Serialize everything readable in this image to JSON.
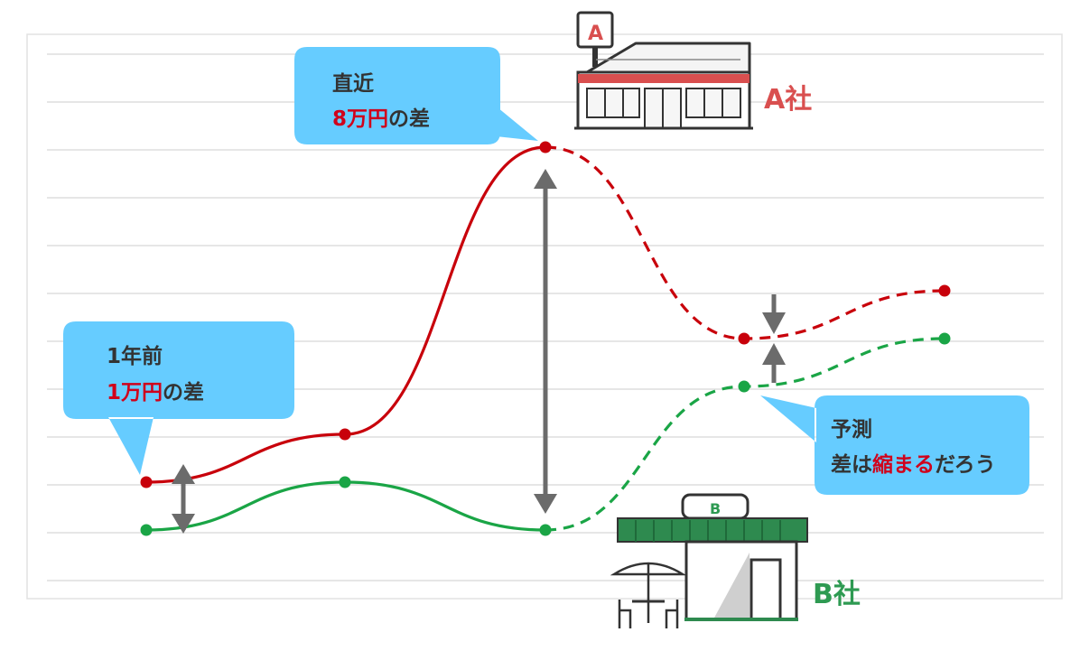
{
  "colors": {
    "company_a": "#c8000b",
    "company_b": "#1aa546",
    "bubble_fill": "#66ccff",
    "grid": "#d8d8d8",
    "arrow": "#6b6b6b",
    "highlight": "#d0021b",
    "text": "#333333",
    "a_label": "#d94f4f",
    "b_label": "#2e9a52"
  },
  "labels": {
    "company_a": "A社",
    "company_b": "B社",
    "sign_a": "A",
    "sign_b": "B"
  },
  "callouts": {
    "year_ago": {
      "line1": "1年前",
      "line2_highlight": "1万円",
      "line2_rest": "の差"
    },
    "recent": {
      "line1": "直近",
      "line2_highlight": "8万円",
      "line2_rest": "の差"
    },
    "forecast": {
      "line1": "予測",
      "line2_prefix": "差は",
      "line2_highlight": "縮まる",
      "line2_suffix": "だろう"
    }
  },
  "chart_data": {
    "type": "line",
    "x": [
      0,
      1,
      2,
      3,
      4
    ],
    "series": [
      {
        "name": "A社",
        "values": [
          1.0,
          2.0,
          8.0,
          4.0,
          5.0
        ],
        "actual_through_index": 2,
        "color": "#c8000b"
      },
      {
        "name": "B社",
        "values": [
          0.0,
          1.0,
          0.0,
          3.0,
          4.0
        ],
        "actual_through_index": 2,
        "color": "#1aa546"
      }
    ],
    "ylim": [
      -1,
      9
    ],
    "grid": true,
    "solid_segment": "actual",
    "dashed_segment": "forecast"
  }
}
